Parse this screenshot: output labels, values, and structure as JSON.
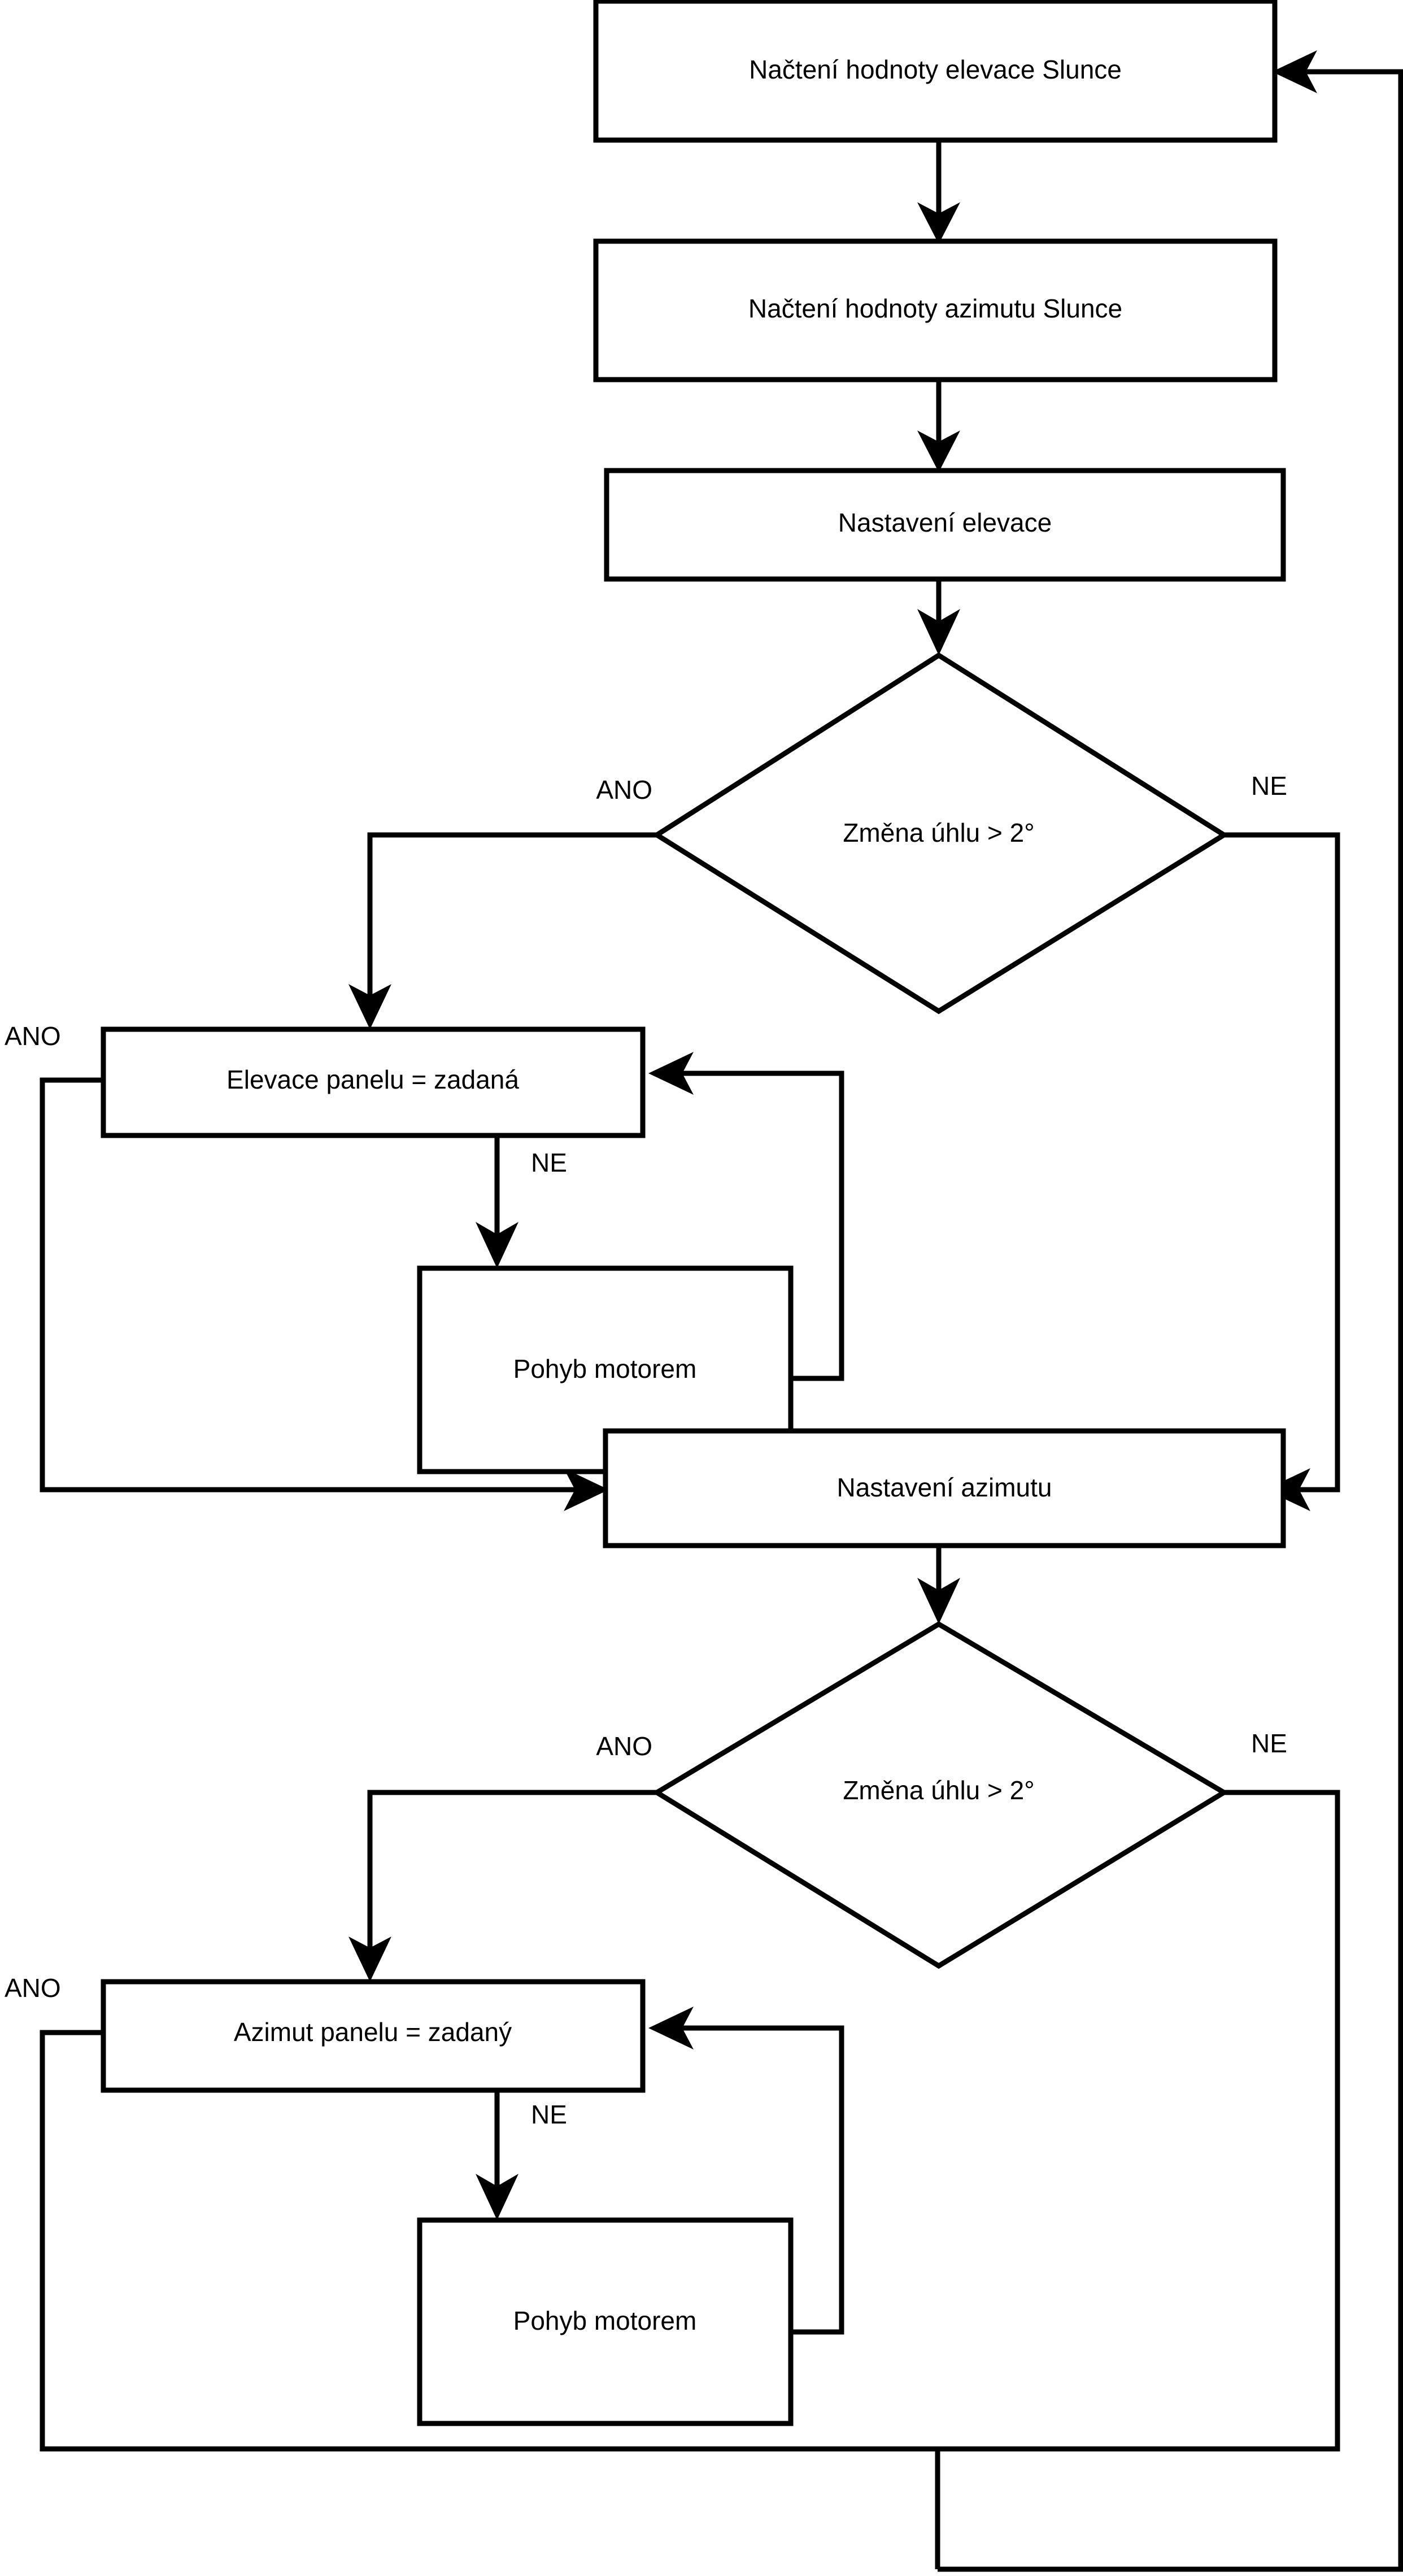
{
  "diagram": {
    "kind": "flowchart",
    "language": "cs",
    "colors": {
      "stroke": "#000000",
      "fill": "#ffffff",
      "text": "#000000"
    },
    "nodes": {
      "read_elevation": {
        "label": "Načtení hodnoty elevace Slunce",
        "shape": "process"
      },
      "read_azimuth": {
        "label": "Načtení hodnoty azimutu Slunce",
        "shape": "process"
      },
      "set_elevation": {
        "label": "Nastavení elevace",
        "shape": "process"
      },
      "decision_elev": {
        "label": "Změna úhlu > 2°",
        "shape": "decision"
      },
      "panel_elev_eq": {
        "label": "Elevace panelu = zadaná",
        "shape": "process"
      },
      "motor_move_1": {
        "label": "Pohyb motorem",
        "shape": "process"
      },
      "set_azimuth": {
        "label": "Nastavení azimutu",
        "shape": "process"
      },
      "decision_azim": {
        "label": "Změna úhlu > 2°",
        "shape": "decision"
      },
      "panel_azim_eq": {
        "label": "Azimut panelu = zadaný",
        "shape": "process"
      },
      "motor_move_2": {
        "label": "Pohyb motorem",
        "shape": "process"
      }
    },
    "edge_labels": {
      "elev_yes": "ANO",
      "elev_no": "NE",
      "elev_loop_yes": "ANO",
      "elev_loop_no": "NE",
      "azim_yes": "ANO",
      "azim_no": "NE",
      "azim_loop_yes": "ANO",
      "azim_loop_no": "NE"
    }
  }
}
